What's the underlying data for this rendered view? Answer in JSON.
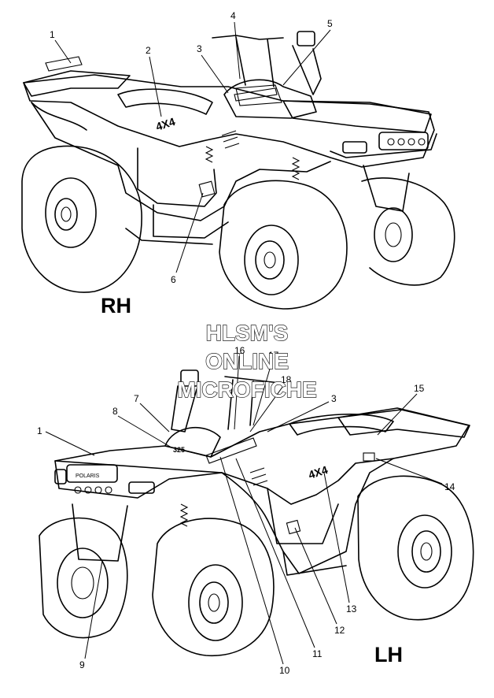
{
  "views": {
    "rh": {
      "label": "RH"
    },
    "lh": {
      "label": "LH"
    }
  },
  "watermark": {
    "line1": "HLSM'S",
    "line2": "ONLINE",
    "line3": "MICROFICHE"
  },
  "decal_text": {
    "four_by_four": "4X4",
    "brand": "POLARIS",
    "engine": "325"
  },
  "callouts": [
    "1",
    "2",
    "3",
    "4",
    "5",
    "6",
    "7",
    "8",
    "9",
    "10",
    "11",
    "12",
    "13",
    "14",
    "15",
    "16",
    "17",
    "18"
  ]
}
